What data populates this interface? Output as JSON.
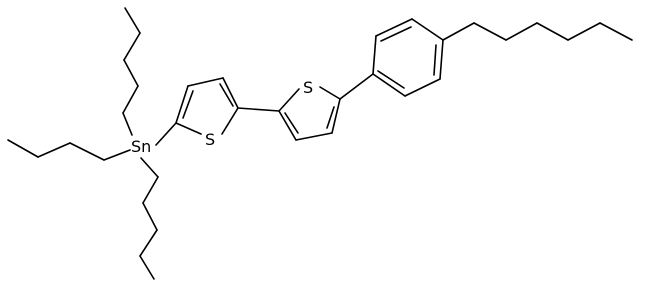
{
  "atoms": {
    "tin": "Sn",
    "sulfur_left": "S",
    "sulfur_right": "S"
  },
  "colors": {
    "background": "#ffffff",
    "ink": "#000000"
  }
}
